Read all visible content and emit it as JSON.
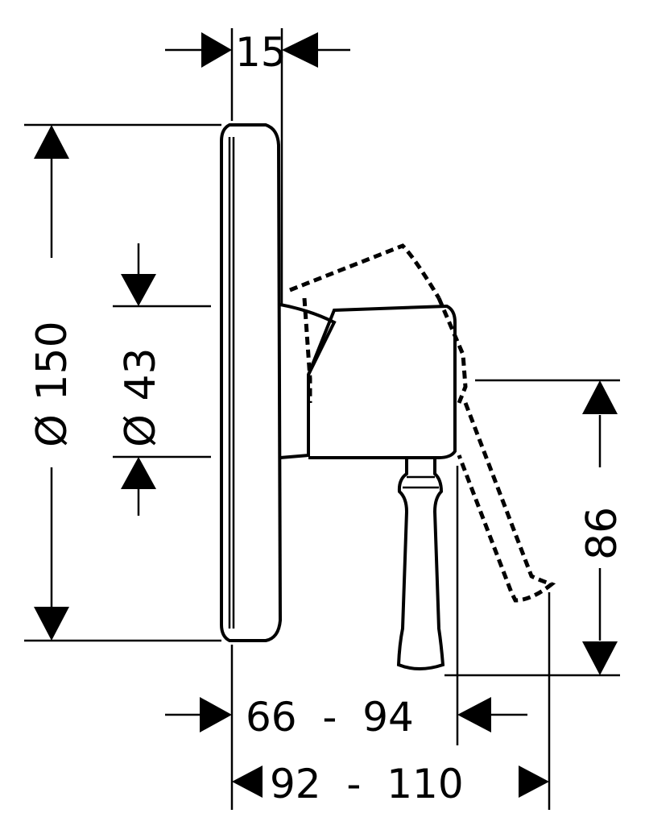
{
  "dimensions": {
    "top_width": "15",
    "plate_diameter": "Ø 150",
    "inner_diameter": "Ø 43",
    "lever_height": "86",
    "depth_range_1": "66  -  94",
    "depth_range_2": "92  -  110"
  }
}
